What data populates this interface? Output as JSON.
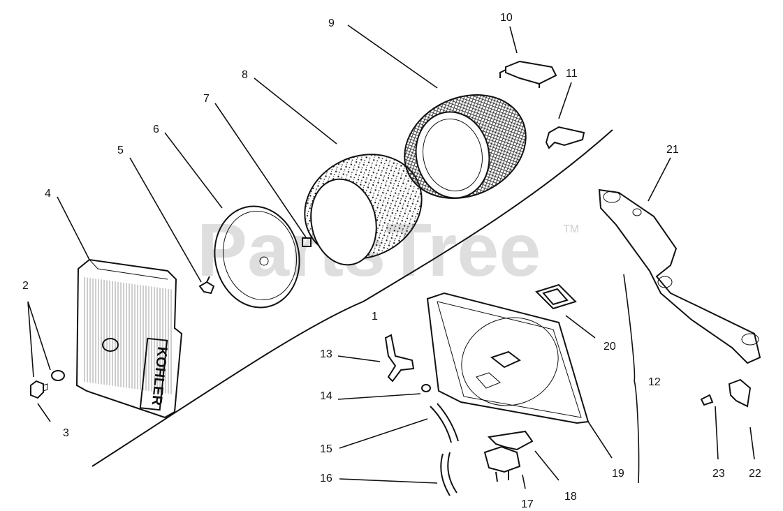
{
  "watermark": {
    "text": "PartsTree",
    "trademark": "TM"
  },
  "brand_stamp": "KOHLER",
  "callouts": {
    "n1": "1",
    "n2": "2",
    "n3": "3",
    "n4": "4",
    "n5": "5",
    "n6": "6",
    "n7": "7",
    "n8": "8",
    "n9": "9",
    "n10": "10",
    "n11": "11",
    "n12": "12",
    "n13": "13",
    "n14": "14",
    "n15": "15",
    "n16": "16",
    "n17": "17",
    "n18": "18",
    "n19": "19",
    "n20": "20",
    "n21": "21",
    "n22": "22",
    "n23": "23"
  },
  "colors": {
    "ink": "#111111",
    "watermark": "#b8b8b8",
    "background": "#ffffff"
  }
}
